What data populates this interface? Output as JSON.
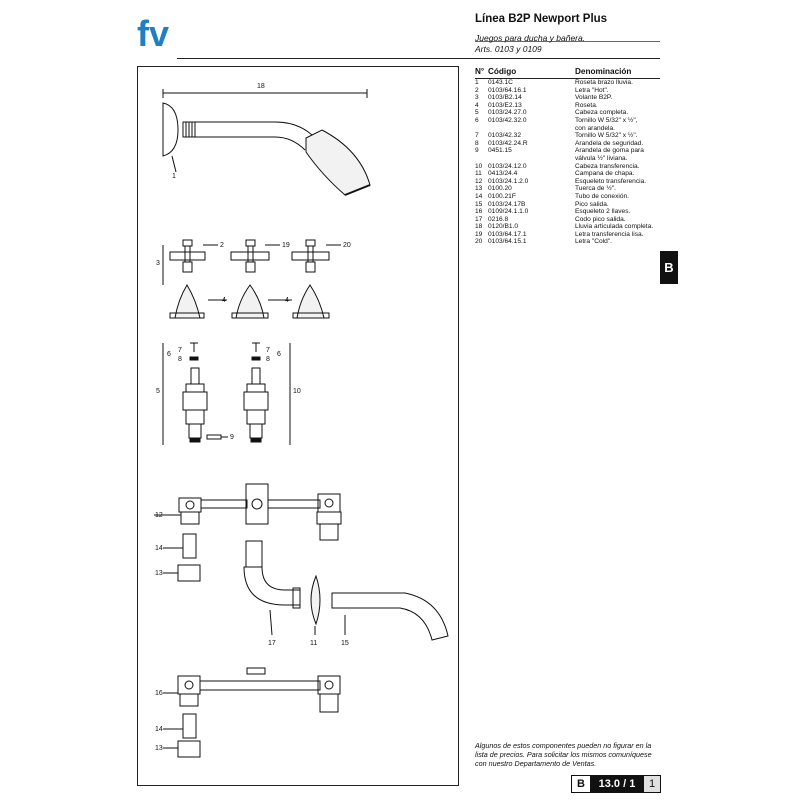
{
  "header": {
    "title": "Línea B2P Newport Plus",
    "subtitle": "Juegos para ducha y bañera.",
    "arts": "Arts. 0103 y 0109",
    "logo_text": "fv"
  },
  "table": {
    "headers": [
      "N°",
      "Código",
      "Denominación"
    ],
    "rows": [
      [
        "1",
        "0143.1C",
        "Roseta brazo lluvia."
      ],
      [
        "2",
        "0103/64.16.1",
        "Letra \"Hot\"."
      ],
      [
        "3",
        "0103/B2.14",
        "Volante B2P."
      ],
      [
        "4",
        "0103/E2.13",
        "Roseta."
      ],
      [
        "5",
        "0103/24.27.0",
        "Cabeza completa."
      ],
      [
        "6",
        "0103/42.32.0",
        "Tornillo W 5/32\" x ½\","
      ],
      [
        "",
        "",
        "con arandela."
      ],
      [
        "7",
        "0103/42.32",
        "Tornillo W 5/32\" x ½\"."
      ],
      [
        "8",
        "0103/42.24.R",
        "Arandela de seguridad."
      ],
      [
        "9",
        "0451.15",
        "Arandela de goma para"
      ],
      [
        "",
        "",
        "válvula ½\" liviana."
      ],
      [
        "10",
        "0103/24.12.0",
        "Cabeza transferencia."
      ],
      [
        "11",
        "0413/24.4",
        "Campana de chapa."
      ],
      [
        "12",
        "0103/24.1.2.0",
        "Esqueleto transferencia."
      ],
      [
        "13",
        "0100.20",
        "Tuerca de ½\"."
      ],
      [
        "14",
        "0100.21F",
        "Tubo de conexión."
      ],
      [
        "15",
        "0103/24.17B",
        "Pico salida."
      ],
      [
        "16",
        "0109/24.1.1.0",
        "Esqueleto 2 llaves."
      ],
      [
        "17",
        "0216.8",
        "Codo pico salida."
      ],
      [
        "18",
        "0120/B1.0",
        "Lluvia articulada completa."
      ],
      [
        "19",
        "0103/64.17.1",
        "Letra transferencia lisa."
      ],
      [
        "20",
        "0103/64.15.1",
        "Letra \"Cold\"."
      ]
    ]
  },
  "side_tab": "B",
  "footnote": "Algunos de estos componentes pueden no figurar en la lista de precios. Para solicitar los mismos comuníquese con nuestro Departamento de Ventas.",
  "page": {
    "letter": "B",
    "code": "13.0 / 1",
    "num": "1"
  },
  "callouts": {
    "c1": "1",
    "c2": "2",
    "c3": "3",
    "c4a": "4",
    "c4b": "4",
    "c5": "5",
    "c6a": "6",
    "c6b": "6",
    "c7a": "7",
    "c7b": "7",
    "c8a": "8",
    "c8b": "8",
    "c9": "9",
    "c10": "10",
    "c11": "11",
    "c12": "12",
    "c13a": "13",
    "c13b": "13",
    "c14a": "14",
    "c14b": "14",
    "c15": "15",
    "c16": "16",
    "c17": "17",
    "c18": "18",
    "c19": "19",
    "c20": "20"
  },
  "colors": {
    "logo": "#1f7fc0",
    "ink": "#111111",
    "tab": "#111111"
  }
}
